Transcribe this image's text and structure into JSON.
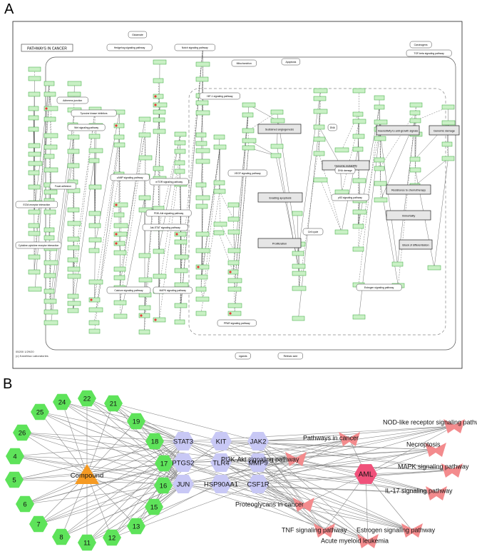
{
  "panels": {
    "a": "A",
    "b": "B"
  },
  "colors": {
    "gene_fill": "#c9f0c5",
    "gene_stroke": "#39a83a",
    "compound_node": "#f59a23",
    "ingredient_node": "#5ee35a",
    "target_node": "#c8c8f5",
    "pathway_node": "#f38b8d",
    "disease_node": "#f0517a",
    "edge": "#8a8a8a"
  },
  "kegg": {
    "title": "PATHWAYS IN CANCER",
    "footer_line1": "05200 1/29/20",
    "footer_line2": "(c) Kanehisa Laboratories",
    "boxes": [
      "Sustained angiogenesis",
      "Evading apoptosis",
      "Proliferation",
      "Genomic instability",
      "Resistance to chemotherapy",
      "Genomic damage",
      "Insensitivity to anti-growth signals",
      "Immortality",
      "Block of differentiation"
    ],
    "labels": [
      "Adherens junction",
      "Wnt signaling pathway",
      "Focal adhesion",
      "Cytokine-cytokine receptor interaction",
      "ECM-receptor interaction",
      "Hedgehog signaling pathway",
      "Notch signaling pathway",
      "Apoptosis",
      "Mitochondrion",
      "HIF-1 signaling pathway",
      "PI3K-Akt signaling pathway",
      "mTOR signaling pathway",
      "Jak-STAT signaling pathway",
      "MAPK signaling pathway",
      "Calcium signaling pathway",
      "VEGF signaling pathway",
      "Cell cycle",
      "p53 signaling pathway",
      "DNA damage",
      "TGF-beta signaling pathway",
      "Estrogen signaling pathway",
      "PPAR signaling pathway",
      "cAMP signaling pathway",
      "Tyrosine kinase inhibitors",
      "DNA",
      "Ligands",
      "Retinoic acid",
      "Carcinogens",
      "Glutamate"
    ]
  },
  "network": {
    "compound": {
      "label": "Compound"
    },
    "ingredients": [
      "22",
      "24",
      "21",
      "25",
      "19",
      "26",
      "18",
      "4",
      "17",
      "5",
      "16",
      "6",
      "15",
      "7",
      "13",
      "8",
      "11",
      "12"
    ],
    "targets": [
      "STAT3",
      "KIT",
      "JAK2",
      "PTGS2",
      "TLR4",
      "MMP9",
      "JUN",
      "HSP90AA1",
      "CSF1R"
    ],
    "pathways": [
      "NOD-like receptor signaling pathway",
      "Pathways in cancer",
      "Necroptosis",
      "PI3K-Akt signaling pathway",
      "MAPK signaling pathway",
      "IL-17 signaling pathway",
      "Proteoglycans in cancer",
      "TNF signaling pathway",
      "Estrogen signaling pathway",
      "Acute myeloid leukemia"
    ],
    "disease": {
      "label": "AML"
    }
  }
}
